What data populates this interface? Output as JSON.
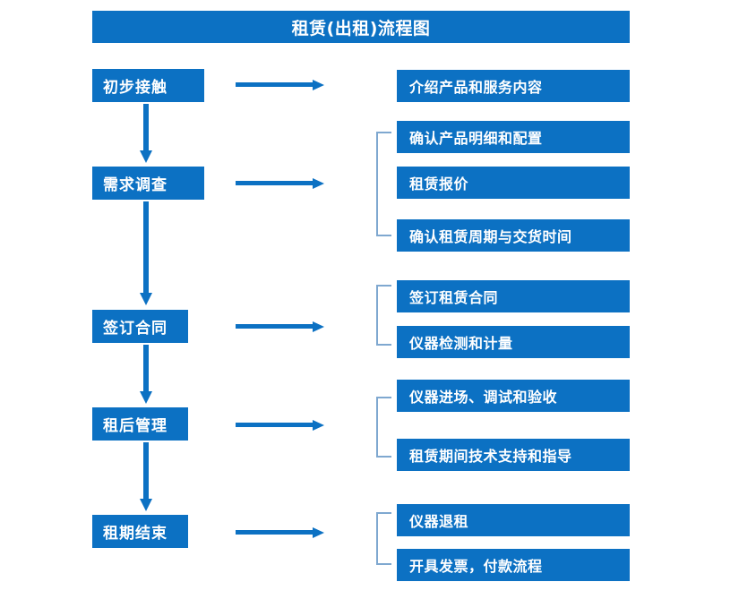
{
  "diagram": {
    "title": "租赁(出租)流程图",
    "colors": {
      "box_blue": "#0C71C3",
      "arrow_blue": "#0C71C3",
      "bracket_blue": "#7FA8D0",
      "text_white": "#FFFFFF",
      "background": "#FFFFFF"
    },
    "stages": [
      {
        "label": "初步接触"
      },
      {
        "label": "需求调查"
      },
      {
        "label": "签订合同"
      },
      {
        "label": "租后管理"
      },
      {
        "label": "租期结束"
      }
    ],
    "details": [
      {
        "label": "介绍产品和服务内容"
      },
      {
        "label": "确认产品明细和配置"
      },
      {
        "label": "租赁报价"
      },
      {
        "label": "确认租赁周期与交货时间"
      },
      {
        "label": "签订租赁合同"
      },
      {
        "label": "仪器检测和计量"
      },
      {
        "label": "仪器进场、调试和验收"
      },
      {
        "label": "租赁期间技术支持和指导"
      },
      {
        "label": "仪器退租"
      },
      {
        "label": "开具发票，付款流程"
      }
    ]
  }
}
